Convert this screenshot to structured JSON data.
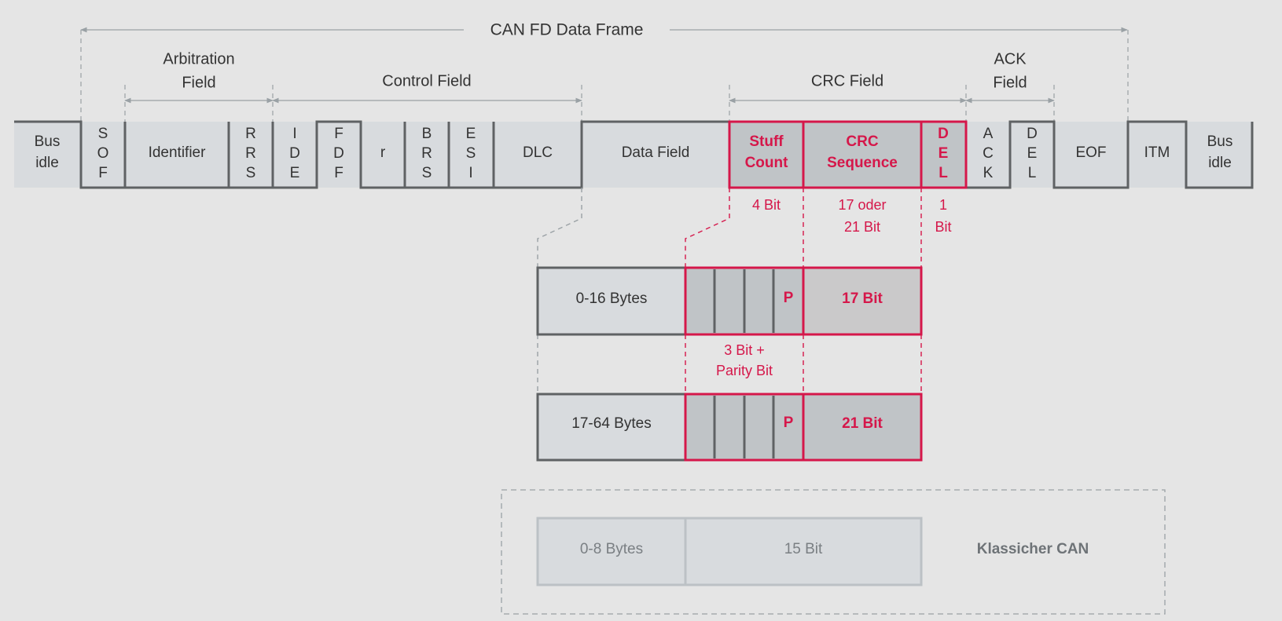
{
  "title": "CAN FD Data Frame",
  "colors": {
    "background": "#e5e5e5",
    "field_fill": "#d8dbde",
    "field_dark": "#c0c4c7",
    "border": "#5f6264",
    "arrow": "#9aa1a5",
    "accent": "#d5174a",
    "text": "#333333",
    "muted_text": "#7a7f83",
    "muted_border": "#bcc1c5"
  },
  "group_labels": {
    "arbitration": [
      "Arbitration",
      "Field"
    ],
    "control": "Control Field",
    "crc": "CRC Field",
    "ack": [
      "ACK",
      "Field"
    ]
  },
  "fields": {
    "bus_idle_left": [
      "Bus",
      "idle"
    ],
    "sof": [
      "S",
      "O",
      "F"
    ],
    "identifier": "Identifier",
    "rrs": [
      "R",
      "R",
      "S"
    ],
    "ide": [
      "I",
      "D",
      "E"
    ],
    "fdf": [
      "F",
      "D",
      "F"
    ],
    "r": "r",
    "brs": [
      "B",
      "R",
      "S"
    ],
    "esi": [
      "E",
      "S",
      "I"
    ],
    "dlc": "DLC",
    "data_field": "Data Field",
    "stuff_count": [
      "Stuff",
      "Count"
    ],
    "crc_sequence": [
      "CRC",
      "Sequence"
    ],
    "crc_del": [
      "D",
      "E",
      "L"
    ],
    "ack": [
      "A",
      "C",
      "K"
    ],
    "ack_del": [
      "D",
      "E",
      "L"
    ],
    "eof": "EOF",
    "itm": "ITM",
    "bus_idle_right": [
      "Bus",
      "idle"
    ]
  },
  "bit_labels": {
    "stuff_count": "4 Bit",
    "crc_sequence": [
      "17 oder",
      "21 Bit"
    ],
    "crc_del": [
      "1",
      "Bit"
    ]
  },
  "detail": {
    "row1": {
      "bytes": "0-16 Bytes",
      "parity": "P",
      "crc": "17 Bit"
    },
    "stuff_note": [
      "3 Bit +",
      "Parity Bit"
    ],
    "row2": {
      "bytes": "17-64 Bytes",
      "parity": "P",
      "crc": "21 Bit"
    }
  },
  "classic": {
    "bytes": "0-8 Bytes",
    "crc": "15 Bit",
    "label": "Klassicher CAN"
  }
}
